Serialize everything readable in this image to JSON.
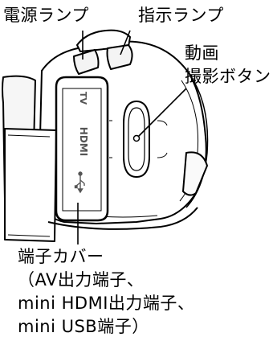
{
  "callouts": {
    "power_lamp": "電源ランプ",
    "indicator_lamp": "指示ランプ",
    "record_button": [
      "動画",
      "撮影ボタン"
    ],
    "terminal_cover": [
      "端子カバー",
      "（AV出力端子、",
      "mini HDMI出力端子、",
      "mini USB端子）"
    ]
  },
  "port_labels": {
    "tv": "TV",
    "hdmi": "HDMI"
  },
  "icons": {
    "usb": "usb-icon"
  }
}
